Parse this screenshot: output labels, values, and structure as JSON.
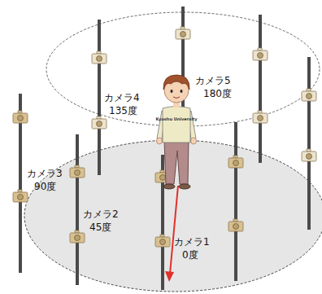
{
  "diagram": {
    "labels": [
      "カメラ5",
      "180度",
      "カメラ4",
      "135度",
      "カメラ3",
      "90度",
      "カメラ2",
      "45度",
      "カメラ1",
      "0度",
      "Kyushu University"
    ]
  }
}
